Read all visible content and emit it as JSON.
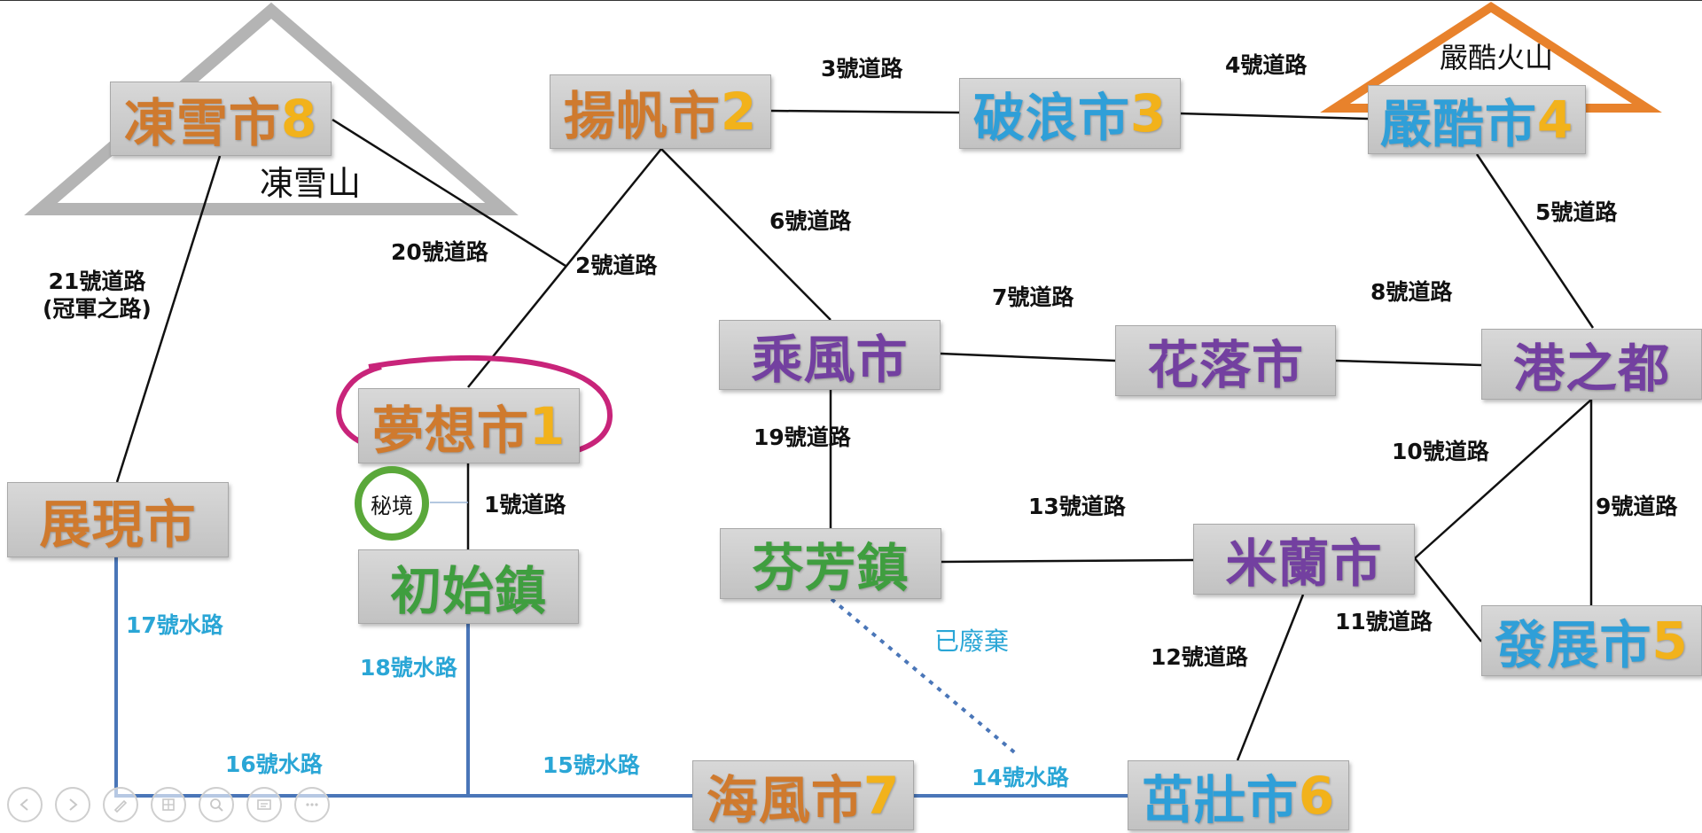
{
  "mountains": {
    "frost": {
      "label": "凍雪山"
    },
    "volcano": {
      "label": "嚴酷火山"
    }
  },
  "cities": {
    "frost": {
      "name": "凍雪市",
      "num": "8",
      "color": "#cf7a2e"
    },
    "sail": {
      "name": "揚帆市",
      "num": "2",
      "color": "#cf7a2e"
    },
    "wave": {
      "name": "破浪市",
      "num": "3",
      "color": "#2f9fd8"
    },
    "harsh": {
      "name": "嚴酷市",
      "num": "4",
      "color": "#2f9fd8"
    },
    "dream": {
      "name": "夢想市",
      "num": "1",
      "color": "#cf7a2e"
    },
    "wind": {
      "name": "乘風市",
      "num": "",
      "color": "#7340a0"
    },
    "flower": {
      "name": "花落市",
      "num": "",
      "color": "#7340a0"
    },
    "port": {
      "name": "港之都",
      "num": "",
      "color": "#7340a0"
    },
    "show": {
      "name": "展現市",
      "num": "",
      "color": "#cf7a2e"
    },
    "start": {
      "name": "初始鎮",
      "num": "",
      "color": "#3f9e3f"
    },
    "fragrance": {
      "name": "芬芳鎮",
      "num": "",
      "color": "#3f9e3f"
    },
    "milan": {
      "name": "米蘭市",
      "num": "",
      "color": "#7340a0"
    },
    "develop": {
      "name": "發展市",
      "num": "5",
      "color": "#2f9fd8"
    },
    "seawind": {
      "name": "海風市",
      "num": "7",
      "color": "#cf7a2e"
    },
    "sprout": {
      "name": "茁壯市",
      "num": "6",
      "color": "#2f9fd8"
    }
  },
  "secret_label": "秘境",
  "abandoned_label": "已廢棄",
  "roads": {
    "r1": "1號道路",
    "r2": "2號道路",
    "r3": "3號道路",
    "r4": "4號道路",
    "r5": "5號道路",
    "r6": "6號道路",
    "r7": "7號道路",
    "r8": "8號道路",
    "r9": "9號道路",
    "r10": "10號道路",
    "r11": "11號道路",
    "r12": "12號道路",
    "r13": "13號道路",
    "r19": "19號道路",
    "r20": "20號道路",
    "r21a": "21號道路",
    "r21b": "(冠軍之路)"
  },
  "waterways": {
    "w14": "14號水路",
    "w15": "15號水路",
    "w16": "16號水路",
    "w17": "17號水路",
    "w18": "18號水路"
  },
  "colors": {
    "land_road": "#111111",
    "water_route": "#4a76b8",
    "abandoned_route": "#4a76b8",
    "frost_mountain": "#b4b4b4",
    "volcano": "#e8822c",
    "dream_highlight": "#c8247a",
    "secret_ring": "#5aa83a"
  },
  "viewer_controls": {
    "icons": [
      "back-arrow-icon",
      "forward-arrow-icon",
      "pen-icon",
      "slides-icon",
      "zoom-icon",
      "subtitles-icon",
      "more-icon"
    ]
  }
}
